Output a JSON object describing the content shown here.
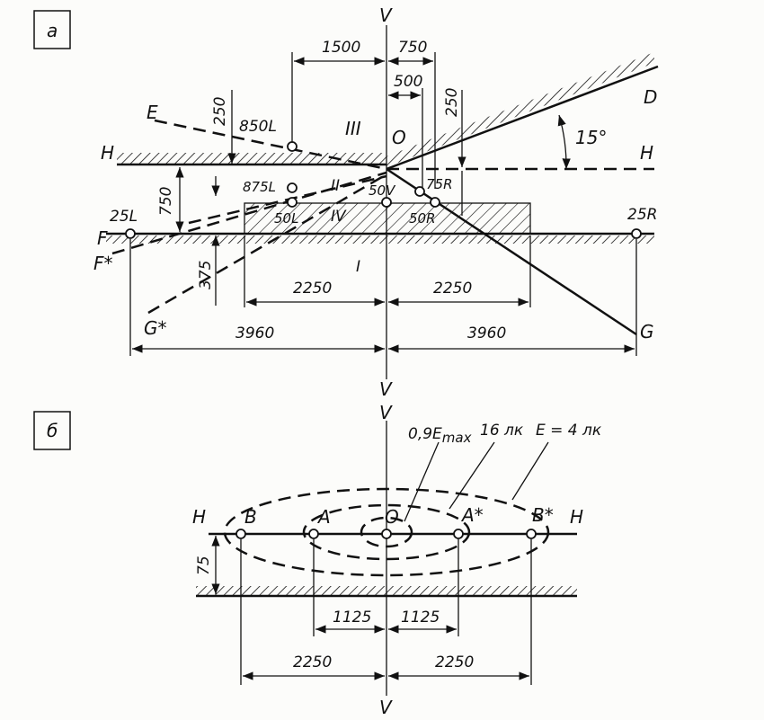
{
  "panel_a": {
    "tag": "а",
    "v_top": "V",
    "v_bottom": "V",
    "letters": {
      "e": "E",
      "h_left": "H",
      "h_right": "H",
      "d": "D",
      "f": "F",
      "f_star": "F*",
      "g_star": "G*",
      "g": "G",
      "o": "O"
    },
    "romans": {
      "r1": "I",
      "r2": "II",
      "r3": "III",
      "r4": "IV"
    },
    "angle": "15°",
    "points": {
      "p850l": "850L",
      "p875l": "875L",
      "p25l": "25L",
      "p50l": "50L",
      "p50v": "50V",
      "p75r": "75R",
      "p50r": "50R",
      "p25r": "25R"
    },
    "dims": {
      "d1500": "1500",
      "d750": "750",
      "d500": "500",
      "d250a": "250",
      "d250b": "250",
      "d750v": "750",
      "d375": "375",
      "d2250l": "2250",
      "d2250r": "2250",
      "d3960l": "3960",
      "d3960r": "3960"
    }
  },
  "panel_b": {
    "tag": "б",
    "v_top": "V",
    "v_bottom": "V",
    "h_left": "H",
    "h_right": "H",
    "legend": {
      "emax": "0,9E",
      "emax_sub": "max",
      "lk16": "16 лк",
      "e4": "E = 4 лк"
    },
    "points": {
      "b": "B",
      "a": "A",
      "o": "O",
      "a_star": "A*",
      "b_star": "B*"
    },
    "dims": {
      "d75": "75",
      "d1125l": "1125",
      "d1125r": "1125",
      "d2250l": "2250",
      "d2250r": "2250"
    }
  }
}
